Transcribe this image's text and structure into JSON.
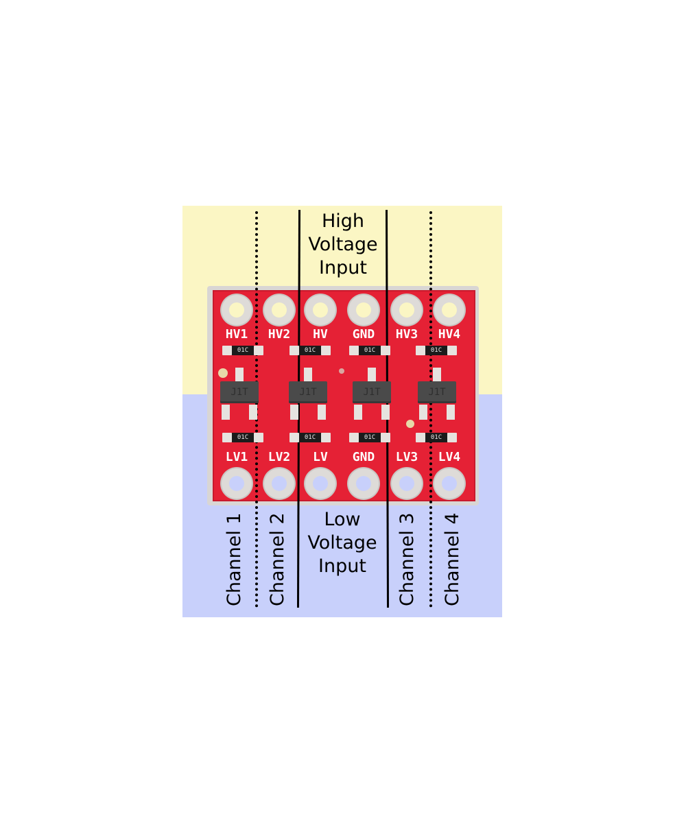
{
  "colors": {
    "high_bg": "#fbf6c4",
    "low_bg": "#c8d0fb",
    "pcb": "#e52135"
  },
  "header_label": [
    "High",
    "Voltage",
    "Input"
  ],
  "footer_label": [
    "Low",
    "Voltage",
    "Input"
  ],
  "high_side_pins": [
    "HV1",
    "HV2",
    "HV",
    "GND",
    "HV3",
    "HV4"
  ],
  "low_side_pins": [
    "LV1",
    "LV2",
    "LV",
    "GND",
    "LV3",
    "LV4"
  ],
  "resistor_marking": "01C",
  "transistor_marking": "J1T",
  "channels": [
    "Channel 1",
    "Channel 2",
    "Channel 3",
    "Channel 4"
  ]
}
